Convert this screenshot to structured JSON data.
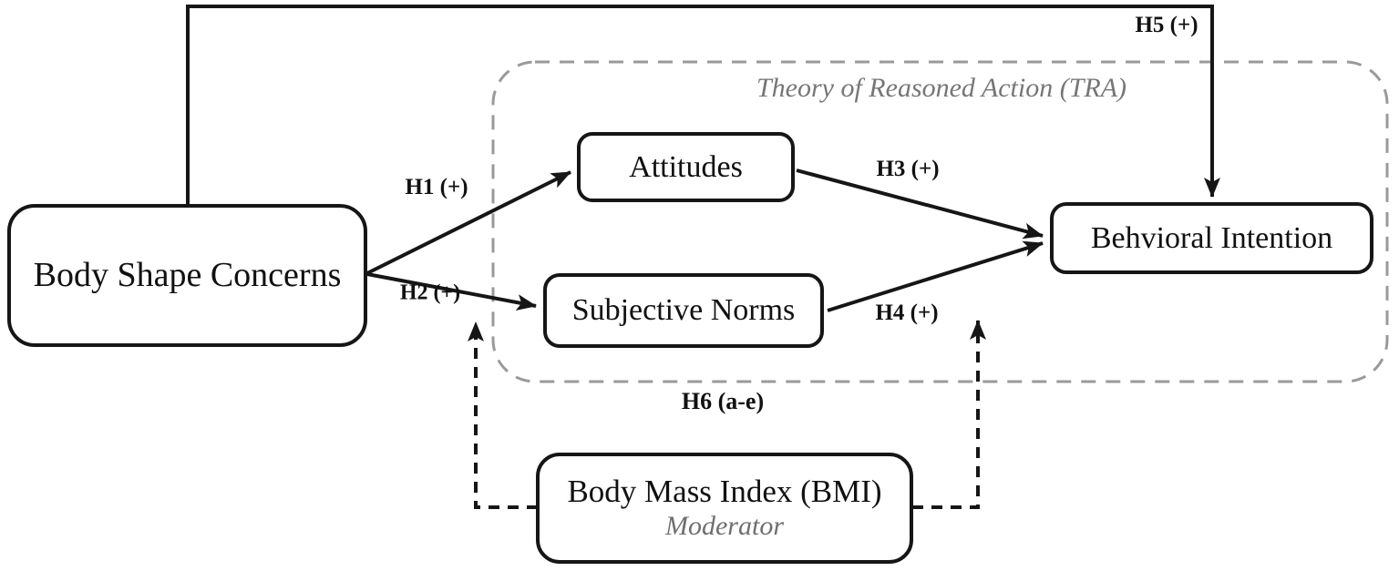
{
  "diagram": {
    "title": "Theory of Reasoned Action (TRA)",
    "boxes": {
      "body_shape_concerns": {
        "label": "Body Shape Concerns"
      },
      "attitudes": {
        "label": "Attitudes"
      },
      "subjective_norms": {
        "label": "Subjective Norms"
      },
      "behavioral_intention": {
        "label": "Behvioral Intention"
      },
      "bmi": {
        "label": "Body Mass Index (BMI)",
        "role": "Moderator"
      }
    },
    "hypotheses": {
      "h1": "H1 (+)",
      "h2": "H2 (+)",
      "h3": "H3 (+)",
      "h4": "H4 (+)",
      "h5": "H5 (+)",
      "h6": "H6 (a-e)"
    },
    "colors": {
      "line": "#161616",
      "boundary_dash": "#9a9a9a",
      "muted_text": "#6f6f6f",
      "box_fill": "#ffffff"
    }
  }
}
